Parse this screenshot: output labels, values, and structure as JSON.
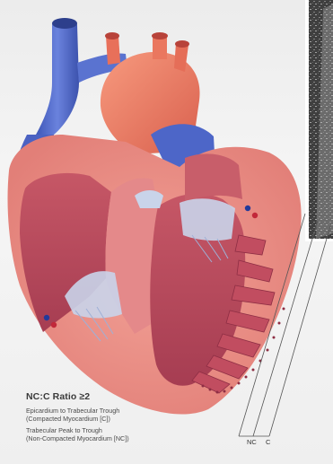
{
  "legend": {
    "title": "NC:C Ratio ≥2",
    "item1_line1": "Epicardium to Trabecular Trough",
    "item1_line2": "(Compacted Myocardium [C])",
    "item2_line1": "Trabecular Peak to Trough",
    "item2_line2": "(Non-Compacted Myocardium [NC])"
  },
  "labels": {
    "nc": "NC",
    "c": "C"
  },
  "colors": {
    "myocardium_outer": "#e9877f",
    "myocardium_inner": "#d36b73",
    "chamber": "#b64a5a",
    "vein_blue": "#4e67c9",
    "aorta": "#ef7d63",
    "valve_membrane": "#c9d4ea",
    "echo_background": "#2a2a2a"
  }
}
